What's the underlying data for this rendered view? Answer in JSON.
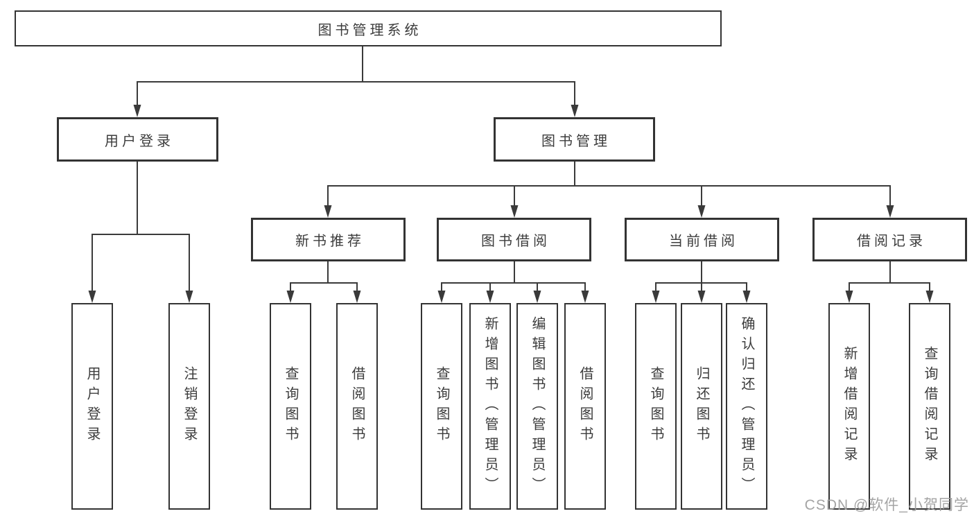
{
  "diagram_title": "图书管理系统",
  "colors": {
    "line": "#3a3a3a",
    "border": "#333333",
    "text": "#3c3c3c",
    "watermark": "#a0a0a0",
    "box_bg": "#ffffff",
    "page_bg": "#ffffff"
  },
  "nodes": {
    "root": "图书管理系统",
    "level2": {
      "user_login": "用户登录",
      "book_management": "图书管理"
    },
    "level3": {
      "new_book_recommend": "新书推荐",
      "book_borrow": "图书借阅",
      "current_borrow": "当前借阅",
      "borrow_records": "借阅记录"
    },
    "leaves": {
      "user_login": "用户登录",
      "logout": "注销登录",
      "nb_query_books": "查询图书",
      "nb_borrow_books": "借阅图书",
      "bb_query_books": "查询图书",
      "bb_add_books_admin": "新增图书（管理员）",
      "bb_edit_books_admin": "编辑图书（管理员）",
      "bb_borrow_books": "借阅图书",
      "cb_query_books": "查询图书",
      "cb_return_books": "归还图书",
      "cb_confirm_return_admin": "确认归还（管理员）",
      "br_add_record": "新增借阅记录",
      "br_query_record": "查询借阅记录"
    }
  },
  "watermark": {
    "text": "CSDN @软件_小贺同学"
  }
}
